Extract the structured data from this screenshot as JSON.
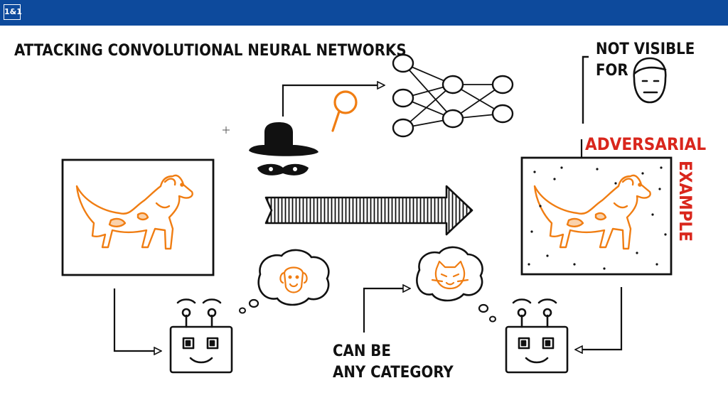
{
  "header": {
    "logo_text": "1&1"
  },
  "diagram": {
    "title": "ATTACKING CONVOLUTIONAL NEURAL NETWORKS",
    "not_visible_line1": "NOT VISIBLE",
    "not_visible_line2": "FOR",
    "adversarial_word1": "ADVERSARIAL",
    "adversarial_word2": "EXAMPLE",
    "category_line1": "CAN BE",
    "category_line2": "ANY CATEGORY"
  },
  "colors": {
    "brand_bar": "#0d4a9c",
    "ink": "#111111",
    "accent_orange": "#f07d12",
    "accent_red": "#d9261c"
  },
  "icons": [
    "spy-icon",
    "magnifier-icon",
    "neural-network-icon",
    "dog-image",
    "robot-icon",
    "thought-bubble",
    "cat-face-icon",
    "dog-face-icon",
    "face-icon"
  ]
}
